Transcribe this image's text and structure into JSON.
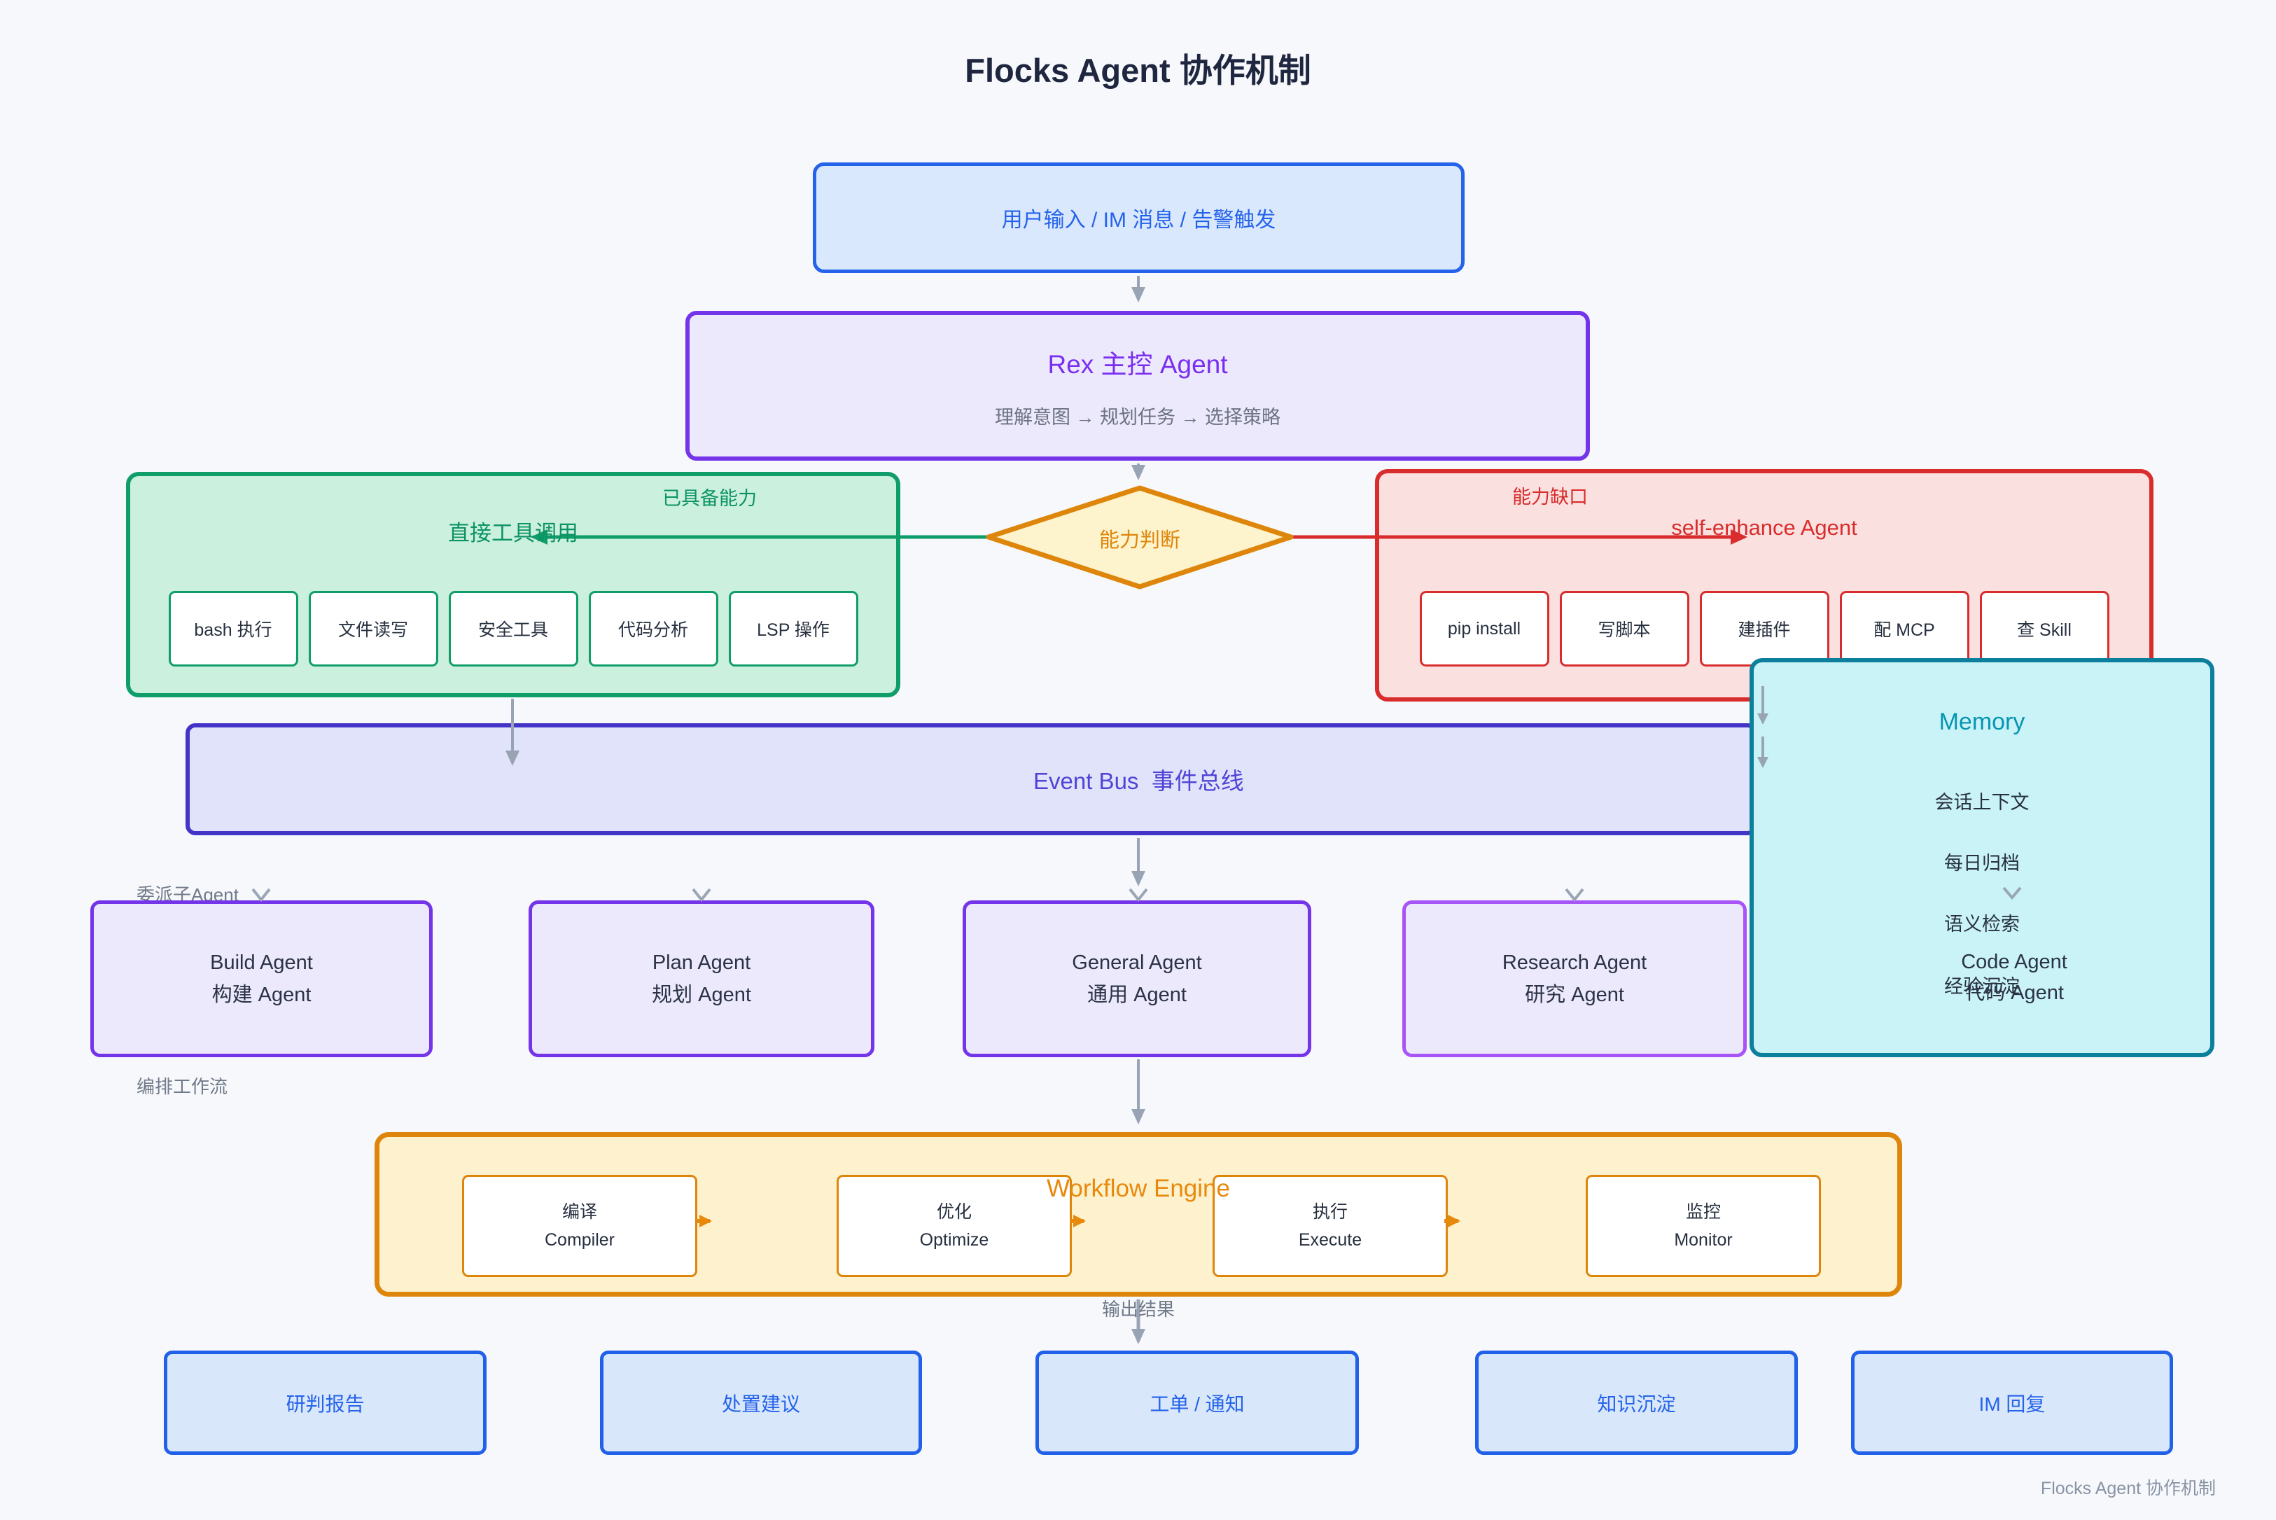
{
  "title": "Flocks Agent 协作机制",
  "input_node": {
    "label": "用户输入 / IM 消息 / 告警触发"
  },
  "rex": {
    "title": "Rex 主控 Agent",
    "subtitle": "理解意图 → 规划任务 → 选择策略"
  },
  "decision": {
    "label": "能力判断"
  },
  "capabilities": {
    "tag": "已具备能力",
    "title": "直接工具调用",
    "items": [
      "bash 执行",
      "文件读写",
      "安全工具",
      "代码分析",
      "LSP 操作"
    ]
  },
  "gap": {
    "tag": "能力缺口",
    "title": "self-enhance Agent",
    "items": [
      "pip install",
      "写脚本",
      "建插件",
      "配 MCP",
      "查 Skill"
    ]
  },
  "memory": {
    "title": "Memory",
    "items": [
      "会话上下文",
      "每日归档",
      "语义检索",
      "经验沉淀"
    ]
  },
  "event_bus": {
    "label": "Event Bus  事件总线"
  },
  "delegate_label": "委派子Agent",
  "orchestrate_label": "编排工作流",
  "agents": [
    {
      "en": "Build Agent",
      "zh": "构建 Agent"
    },
    {
      "en": "Plan Agent",
      "zh": "规划 Agent"
    },
    {
      "en": "General Agent",
      "zh": "通用 Agent"
    },
    {
      "en": "Research Agent",
      "zh": "研究 Agent"
    },
    {
      "en": "Code Agent",
      "zh": "代码 Agent"
    }
  ],
  "workflow": {
    "title": "Workflow Engine",
    "steps": [
      {
        "zh": "编译",
        "en": "Compiler"
      },
      {
        "zh": "优化",
        "en": "Optimize"
      },
      {
        "zh": "执行",
        "en": "Execute"
      },
      {
        "zh": "监控",
        "en": "Monitor"
      }
    ]
  },
  "output_label": "输出结果",
  "outputs": [
    "研判报告",
    "处置建议",
    "工单 / 通知",
    "知识沉淀",
    "IM 回复"
  ],
  "footer": "Flocks Agent 协作机制",
  "colors": {
    "background": "#f7f8fb",
    "blue": "#2563eb",
    "blue_fill": "#d9e8fc",
    "purple": "#7434ea",
    "purple_fill": "#ece9fc",
    "green": "#0f9d6a",
    "green_fill": "#ccf0de",
    "red": "#d92c2c",
    "red_fill": "#fbe0e0",
    "orange": "#dd860b",
    "orange_fill": "#fdf2cd",
    "indigo": "#4334c8",
    "indigo_fill": "#e0e3f9",
    "teal": "#0c7f9c",
    "teal_fill": "#c9f3f7",
    "arrow_gray": "#98a3b3"
  }
}
